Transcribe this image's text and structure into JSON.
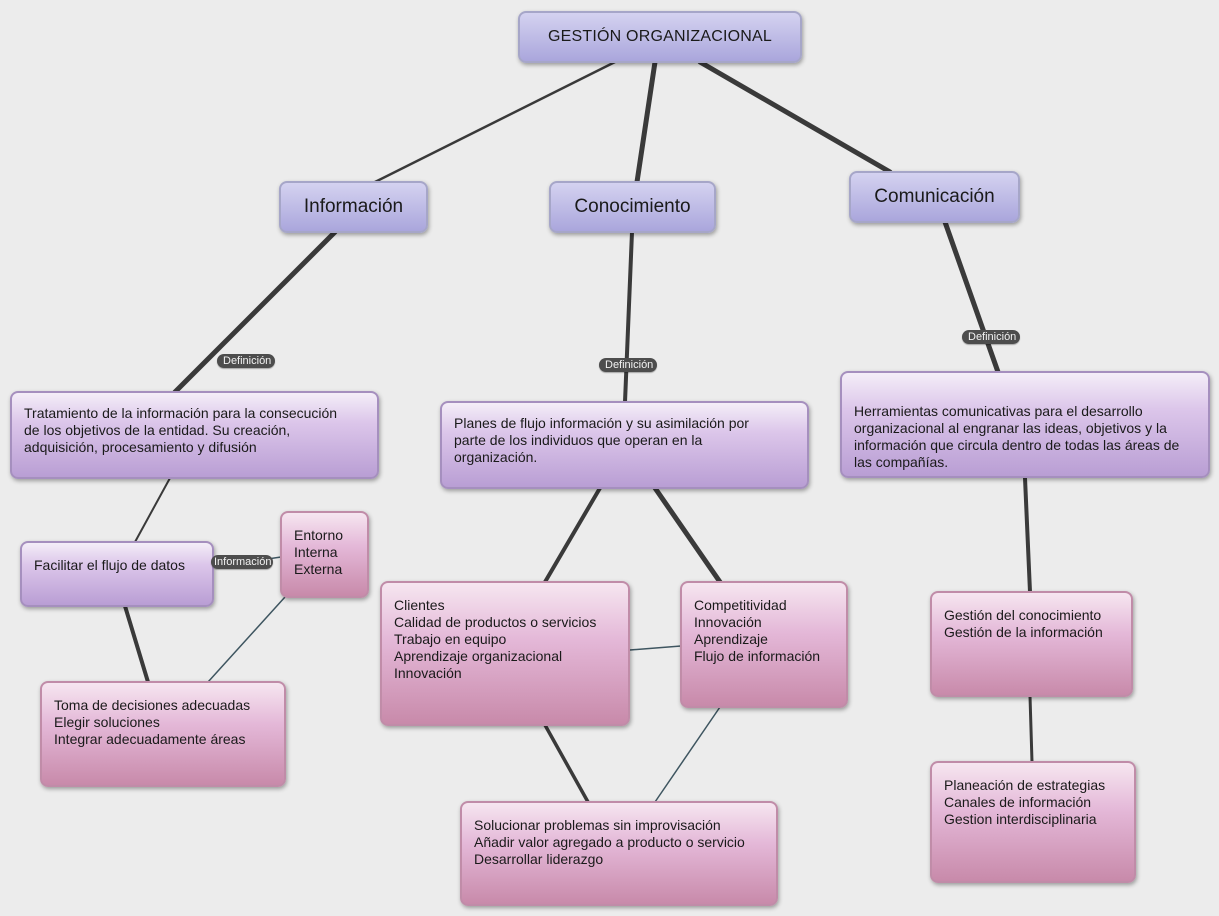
{
  "root": "GESTIÓN ORGANIZACIONAL",
  "categories": {
    "informacion": "Información",
    "conocimiento": "Conocimiento",
    "comunicacion": "Comunicación"
  },
  "link_labels": {
    "def_informacion": "Definición",
    "def_conocimiento": "Definición",
    "def_comunicacion": "Definición",
    "informacion_link": "Información"
  },
  "definitions": {
    "informacion": "Tratamiento de la información para la consecución\nde los objetivos de la entidad. Su creación,\nadquisición, procesamiento y difusión",
    "conocimiento": "Planes de flujo información y su asimilación por\nparte de los individuos que operan en la\norganización.",
    "comunicacion": "Herramientas comunicativas para el desarrollo\norganizacional al engranar las ideas, objetivos y la\ninformación que circula dentro de todas las áreas de\nlas compañías."
  },
  "informacion_branch": {
    "flujo": "Facilitar el flujo de datos",
    "entorno": "Entorno\nInterna\nExterna",
    "decisiones": "Toma de decisiones adecuadas\nElegir soluciones\nIntegrar adecuadamente áreas"
  },
  "conocimiento_branch": {
    "clientes": "Clientes\nCalidad de productos o servicios\nTrabajo en equipo\nAprendizaje organizacional\nInnovación",
    "competitividad": "Competitividad\nInnovación\nAprendizaje\nFlujo de información",
    "solucionar": "Solucionar problemas sin improvisación\nAñadir valor agregado a producto o servicio\nDesarrollar liderazgo"
  },
  "comunicacion_branch": {
    "gestion": "Gestión del conocimiento\nGestión de la información",
    "planeacion": "Planeación de estrategias\nCanales de información\nGestion interdisciplinaria"
  },
  "colors": {
    "top_nodes": "#aaa6dc",
    "definition_nodes": "#c8b0e0",
    "detail_nodes": "#d9a8c8",
    "tags": "#4d4d4d",
    "lines": "#333333",
    "thin_lines": "#3e5560"
  }
}
